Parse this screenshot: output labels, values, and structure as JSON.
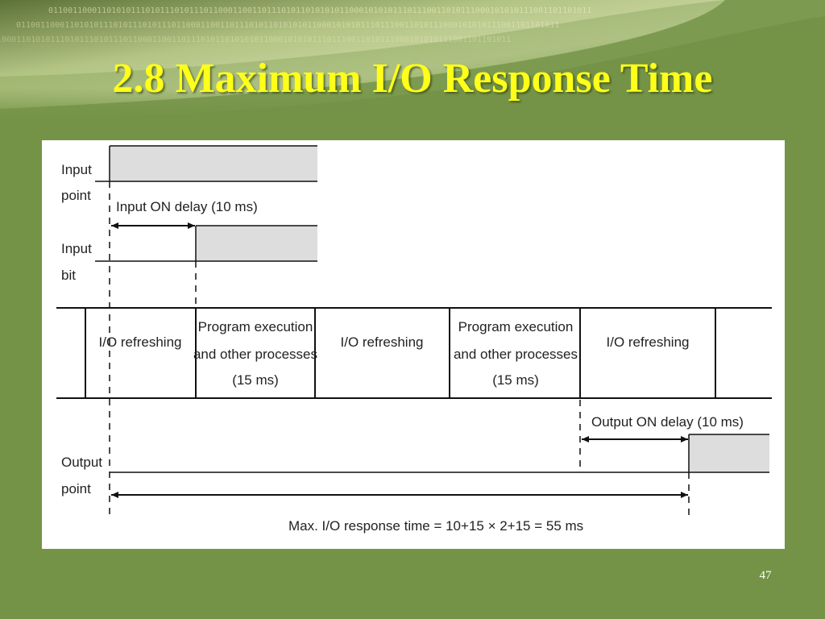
{
  "slide": {
    "title": "2.8 Maximum I/O Response Time",
    "page_number": "47"
  },
  "banner": {
    "binary_text": "0110011000110101011101011101011101100011001101110101101010101100010101011101110011010111000101010111001101101011"
  },
  "diagram": {
    "signals": {
      "input_point": [
        "Input",
        "point"
      ],
      "input_bit": [
        "Input",
        "bit"
      ],
      "output_point": [
        "Output",
        "point"
      ]
    },
    "annotations": {
      "input_on_delay": "Input ON delay (10 ms)",
      "output_on_delay": "Output ON delay (10 ms)",
      "max_response": "Max. I/O response time = 10+15 × 2+15 = 55 ms"
    },
    "cycle_phases": [
      {
        "lines": [
          "I/O refreshing"
        ]
      },
      {
        "lines": [
          "Program execution",
          "and other processes",
          "(15 ms)"
        ]
      },
      {
        "lines": [
          "I/O refreshing"
        ]
      },
      {
        "lines": [
          "Program execution",
          "and other processes",
          "(15 ms)"
        ]
      },
      {
        "lines": [
          "I/O refreshing"
        ]
      }
    ]
  }
}
